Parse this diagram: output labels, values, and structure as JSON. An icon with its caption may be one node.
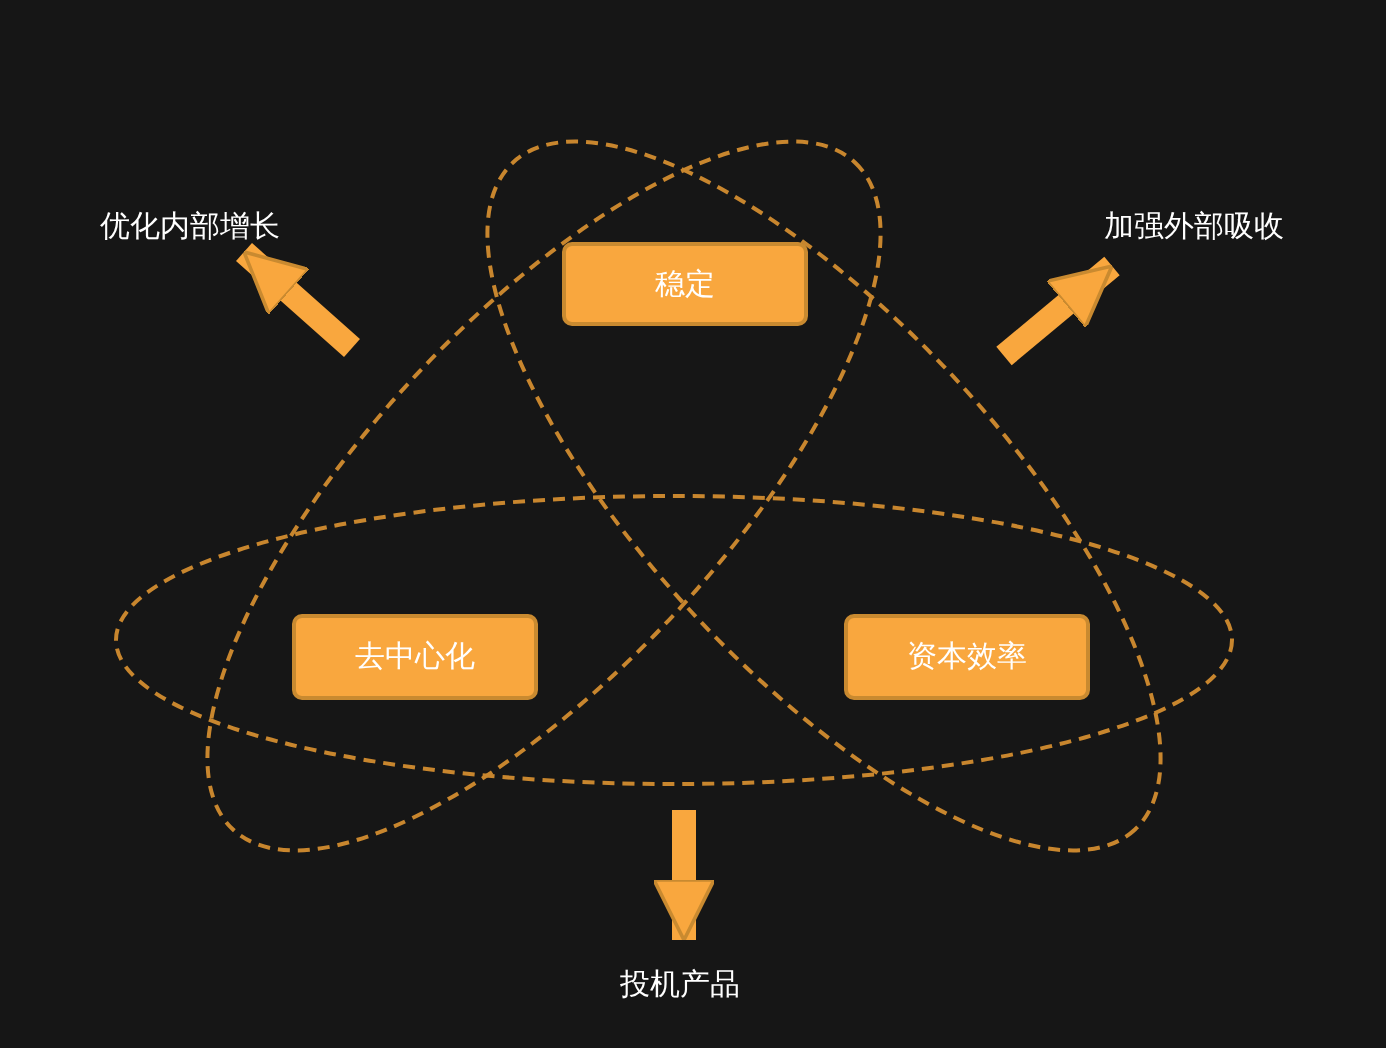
{
  "diagram": {
    "nodes": [
      {
        "text": [
          "稳定"
        ]
      },
      {
        "text": [
          "去中心化"
        ]
      },
      {
        "text": [
          "资本效率"
        ]
      },
      {
        "text": [
          "优化内部增长"
        ]
      },
      {
        "text": [
          "加强外部吸收"
        ]
      },
      {
        "text": [
          "投机产品"
        ]
      }
    ],
    "edges": [
      {
        "from": null,
        "to": 3,
        "arrow": "to"
      },
      {
        "from": null,
        "to": 4,
        "arrow": "to"
      },
      {
        "from": null,
        "to": 5,
        "arrow": "to"
      }
    ]
  }
}
